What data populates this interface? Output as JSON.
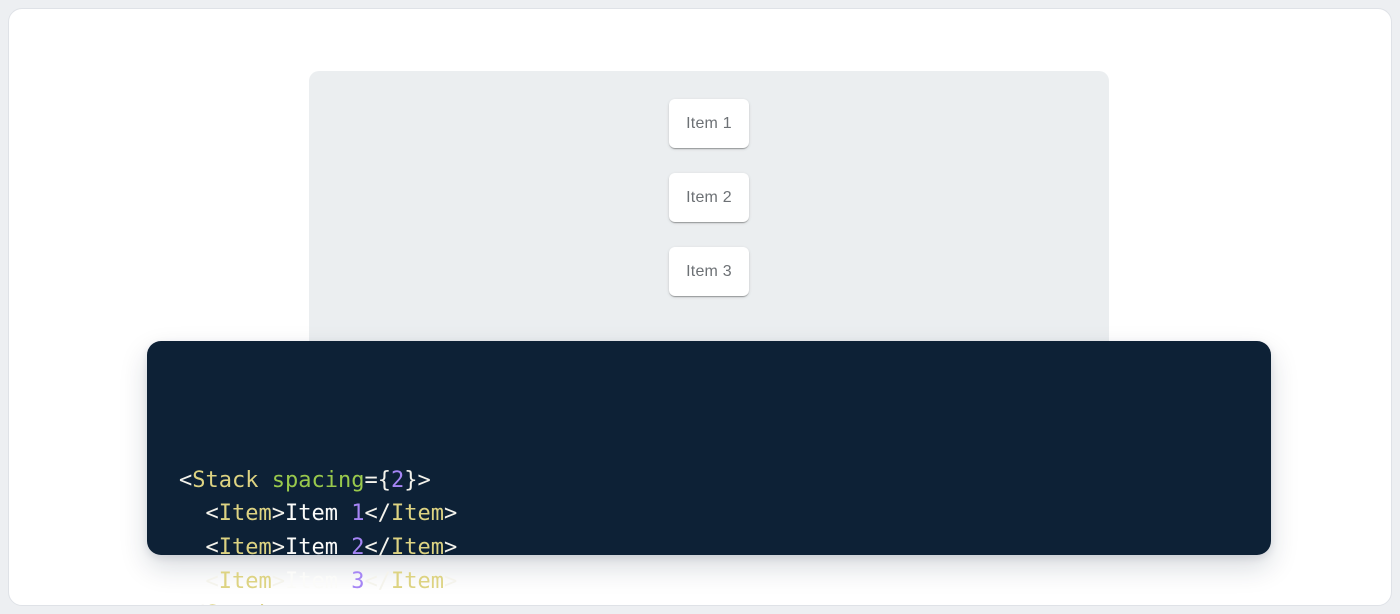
{
  "theme": {
    "colors": {
      "page-bg": "#edeff2",
      "card-border": "#dfe2e7",
      "panel-bg": "#ebeef0",
      "item-text": "#6d7175",
      "code-bg": "#0d2136",
      "tok-punct": "#f4f3ec",
      "tok-tag": "#ddd382",
      "tok-attr": "#99c94c",
      "tok-num": "#a585f5",
      "tok-plain": "#fbfbf9"
    }
  },
  "demo": {
    "items": [
      {
        "label": "Item 1"
      },
      {
        "label": "Item 2"
      },
      {
        "label": "Item 3"
      }
    ]
  },
  "code": {
    "text": "<Stack spacing={2}>\n  <Item>Item 1</Item>\n  <Item>Item 2</Item>\n  <Item>Item 3</Item>\n</Stack>",
    "lines": [
      [
        [
          "punct",
          "<"
        ],
        [
          "tag",
          "Stack"
        ],
        [
          "plain",
          " "
        ],
        [
          "attr",
          "spacing"
        ],
        [
          "punct",
          "={"
        ],
        [
          "num",
          "2"
        ],
        [
          "punct",
          "}>"
        ]
      ],
      [
        [
          "plain",
          "  "
        ],
        [
          "punct",
          "<"
        ],
        [
          "tag",
          "Item"
        ],
        [
          "punct",
          ">"
        ],
        [
          "plain",
          "Item "
        ],
        [
          "num",
          "1"
        ],
        [
          "punct",
          "</"
        ],
        [
          "tag",
          "Item"
        ],
        [
          "punct",
          ">"
        ]
      ],
      [
        [
          "plain",
          "  "
        ],
        [
          "punct",
          "<"
        ],
        [
          "tag",
          "Item"
        ],
        [
          "punct",
          ">"
        ],
        [
          "plain",
          "Item "
        ],
        [
          "num",
          "2"
        ],
        [
          "punct",
          "</"
        ],
        [
          "tag",
          "Item"
        ],
        [
          "punct",
          ">"
        ]
      ],
      [
        [
          "plain",
          "  "
        ],
        [
          "punct",
          "<"
        ],
        [
          "tag",
          "Item"
        ],
        [
          "punct",
          ">"
        ],
        [
          "plain",
          "Item "
        ],
        [
          "num",
          "3"
        ],
        [
          "punct",
          "</"
        ],
        [
          "tag",
          "Item"
        ],
        [
          "punct",
          ">"
        ]
      ],
      [
        [
          "punct",
          "</"
        ],
        [
          "tag",
          "Stack"
        ],
        [
          "punct",
          ">"
        ]
      ]
    ]
  }
}
